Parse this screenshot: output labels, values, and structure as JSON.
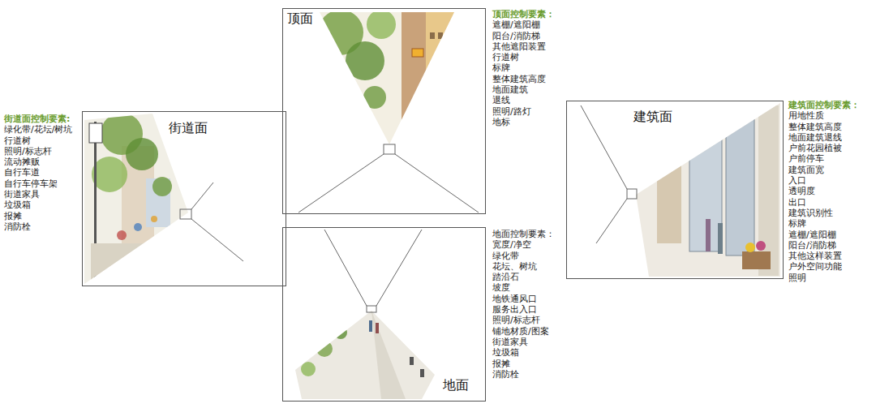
{
  "diagram": {
    "nodes": [
      {
        "text": [
          "街道面"
        ]
      },
      {
        "text": [
          "顶面"
        ]
      },
      {
        "text": [
          "地面"
        ]
      },
      {
        "text": [
          "建筑面"
        ]
      }
    ],
    "labels": [
      "街道面控制要素:",
      "绿化带/花坛/树坑",
      "行道树",
      "照明/标志杆",
      "流动摊贩",
      "自行车道",
      "自行车停车架",
      "街道家具",
      "垃圾箱",
      "报摊",
      "消防栓",
      "顶面控制要素：",
      "遮棚/遮阳棚",
      "阳台/消防梯",
      "其他遮阳装置",
      "行道树",
      "标牌",
      "整体建筑高度",
      "地面建筑",
      "退线",
      "照明/路灯",
      "地标",
      "地面控制要素：",
      "宽度/净空",
      "绿化带",
      "花坛、树坑",
      "踏沿石",
      "坡度",
      "地铁通风口",
      "服务出入口",
      "照明/标志杆",
      "铺地材质/图案",
      "街道家具",
      "垃圾箱",
      "报摊",
      "消防栓",
      "建筑面控制要素：",
      "用地性质",
      "整体建筑高度",
      "地面建筑退线",
      "户前花园植被",
      "户前停车",
      "建筑面宽",
      "入口",
      "透明度",
      "出口",
      "建筑识别性",
      "标牌",
      "遮棚/遮阳棚",
      "阳台/消防梯",
      "其他这样装置",
      "户外空间功能",
      "照明"
    ]
  }
}
